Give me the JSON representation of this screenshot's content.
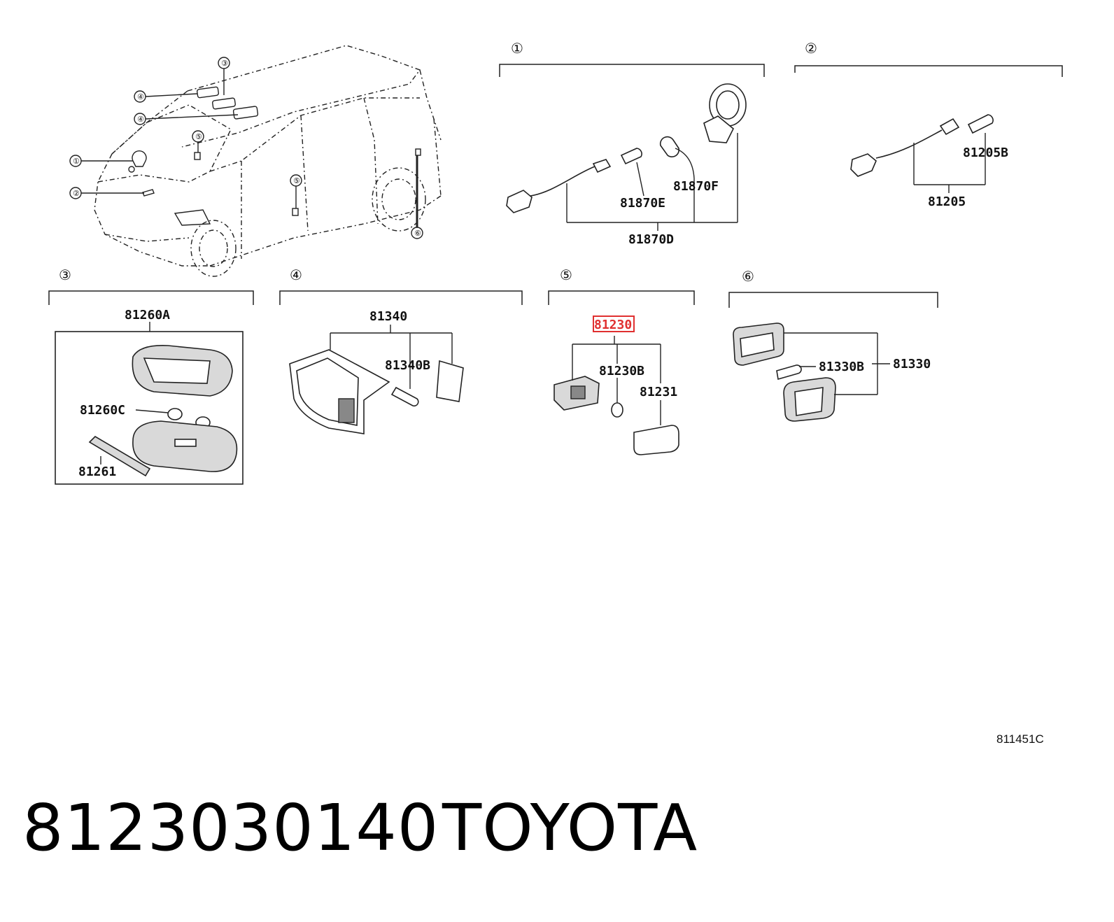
{
  "sections": [
    {
      "num": "①",
      "parts": [
        "81870D",
        "81870E",
        "81870F"
      ]
    },
    {
      "num": "②",
      "parts": [
        "81205",
        "81205B"
      ]
    },
    {
      "num": "③",
      "parts": [
        "81260A",
        "81260C",
        "81261"
      ]
    },
    {
      "num": "④",
      "parts": [
        "81340",
        "81340B"
      ]
    },
    {
      "num": "⑤",
      "parts": [
        "81230",
        "81230B",
        "81231"
      ]
    },
    {
      "num": "⑥",
      "parts": [
        "81330",
        "81330B"
      ]
    }
  ],
  "car_callouts": [
    "③",
    "④",
    "④",
    "⑤",
    "①",
    "②",
    "⑤",
    "⑥"
  ],
  "highlighted_part": "81230",
  "highlight_color": "#e03030",
  "diagram_ref": "811451C",
  "footer": {
    "part_number": "8123030140",
    "brand": "TOYOTA"
  }
}
